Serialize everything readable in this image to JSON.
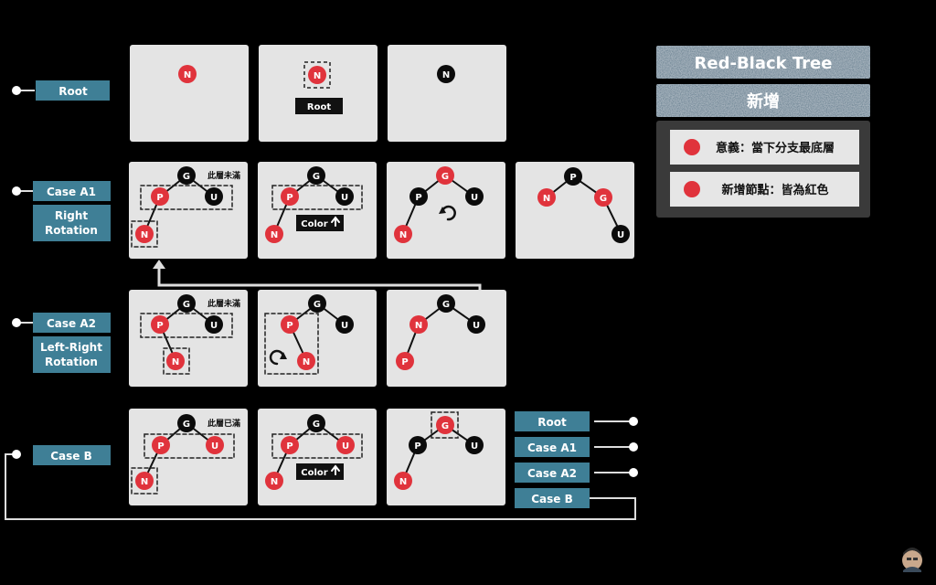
{
  "title": "Red-Black Tree",
  "subtitle": "新增",
  "legend": [
    {
      "label": "意義：當下分支最底層",
      "color": "#e0333c"
    },
    {
      "label": "新增節點：皆為紅色",
      "color": "#e0333c"
    }
  ],
  "case_labels": {
    "root": "Root",
    "a1": "Case A1",
    "a1_sub": [
      "Right",
      "Rotation"
    ],
    "a2": "Case A2",
    "a2_sub": [
      "Left-Right",
      "Rotation"
    ],
    "b": "Case B"
  },
  "right_menu": [
    "Root",
    "Case A1",
    "Case A2",
    "Case B"
  ],
  "nodes": {
    "N": "N",
    "G": "G",
    "U": "U",
    "P": "P"
  },
  "badges": {
    "root": "Root",
    "color": "Color"
  },
  "notes": {
    "not_full": "此層未滿",
    "full": "此層已滿"
  },
  "colors": {
    "red": "#e0333c",
    "black": "#0b0b0b",
    "panel": "#e4e4e4",
    "tag": "#3f7f96",
    "title_bg": "#4e6e82"
  },
  "icons": {
    "avatar": "presenter-avatar-icon",
    "rotate_cw": "rotate-cw-icon",
    "rotate_ccw": "rotate-ccw-icon",
    "arrow_up": "arrow-up-icon"
  }
}
